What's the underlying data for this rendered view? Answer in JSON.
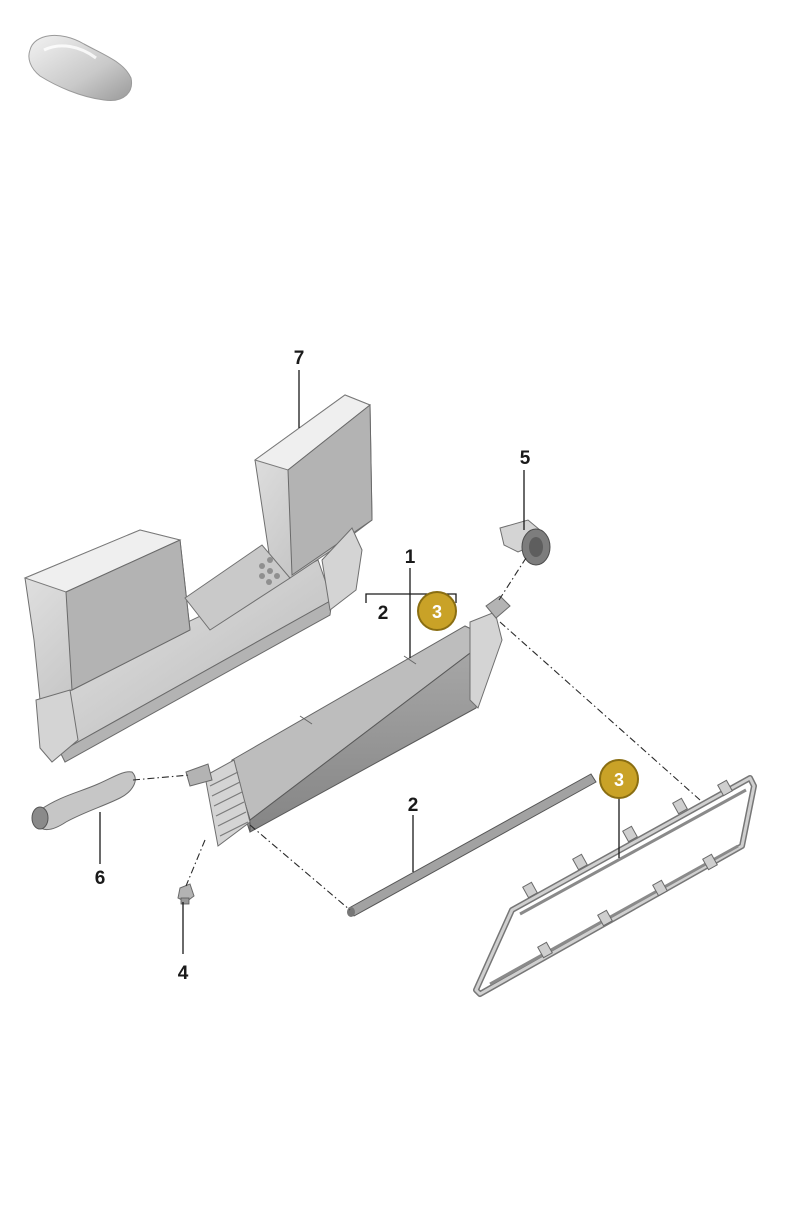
{
  "diagram": {
    "callouts": {
      "c1": "1",
      "c2a": "2",
      "c2b": "2",
      "c3a": "3",
      "c3b": "3",
      "c4": "4",
      "c5": "5",
      "c6": "6",
      "c7": "7"
    },
    "colors": {
      "badge": "#C9A227",
      "badge_border": "#8A6E12",
      "line": "#1a1a1a"
    },
    "icons": {
      "vehicle_thumbnail": "car-silhouette-icon"
    }
  }
}
